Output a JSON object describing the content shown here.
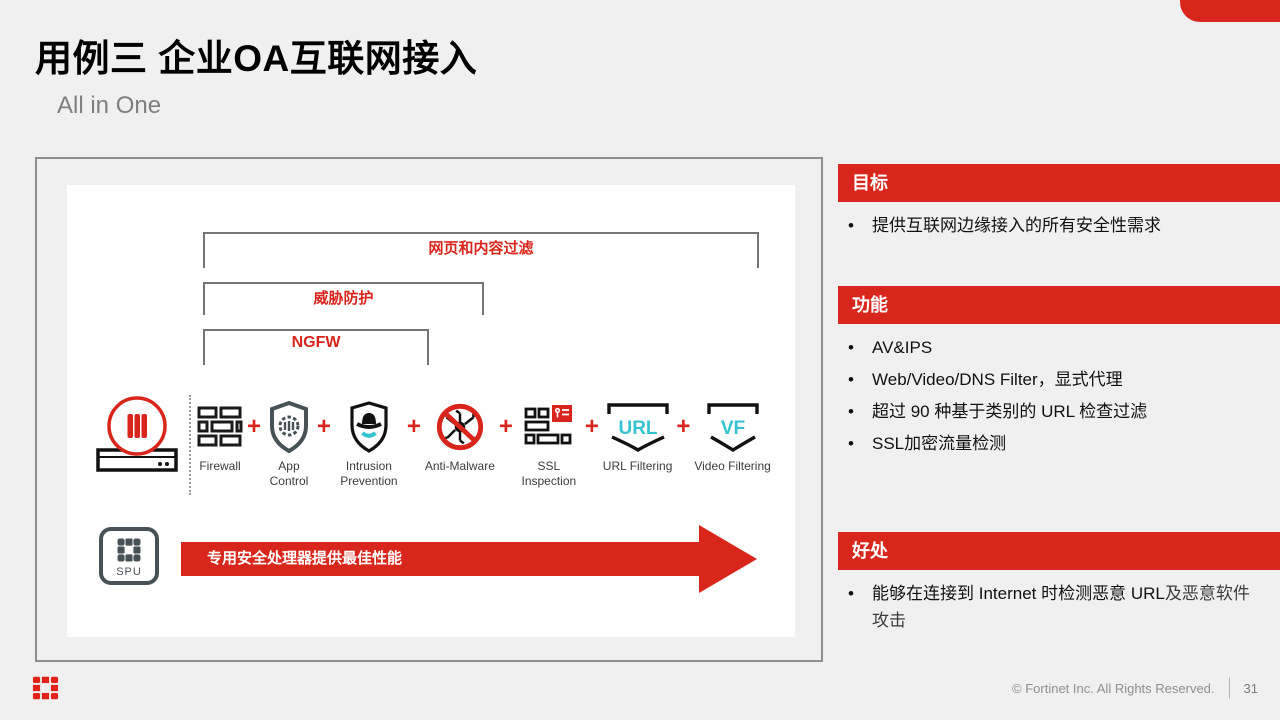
{
  "header": {
    "title": "用例三 企业OA互联网接入",
    "subtitle": "All in One"
  },
  "diagram": {
    "brackets": [
      {
        "label": "网页和内容过滤"
      },
      {
        "label": "威胁防护"
      },
      {
        "label": "NGFW"
      }
    ],
    "features": [
      {
        "label": "Firewall"
      },
      {
        "label": "App Control"
      },
      {
        "label": "Intrusion Prevention"
      },
      {
        "label": "Anti-Malware"
      },
      {
        "label": "SSL Inspection"
      },
      {
        "label": "URL Filtering",
        "icon_text": "URL"
      },
      {
        "label": "Video Filtering",
        "icon_text": "VF"
      }
    ],
    "plus": "+",
    "spu_label": "SPU",
    "arrow_text": "专用安全处理器提供最佳性能"
  },
  "sections": [
    {
      "heading": "目标",
      "bullets": [
        "提供互联网边缘接入的所有安全性需求"
      ]
    },
    {
      "heading": "功能",
      "bullets": [
        "AV&IPS",
        "Web/Video/DNS Filter，显式代理",
        "超过 90 种基于类别的 URL 检查过滤",
        "SSL加密流量检测"
      ]
    },
    {
      "heading": "好处",
      "bullet_main": "能够在连接到 Internet 时检测恶意 URL",
      "bullet_serif": "及恶意软件攻击"
    }
  ],
  "footer": {
    "copyright": "© Fortinet Inc. All Rights Reserved.",
    "page": "31"
  },
  "bullet_char": "•",
  "colors": {
    "brand_red": "#d9261c",
    "teal": "#35c4cf",
    "shield_dark": "#475257",
    "background": "#f0f0f0"
  }
}
